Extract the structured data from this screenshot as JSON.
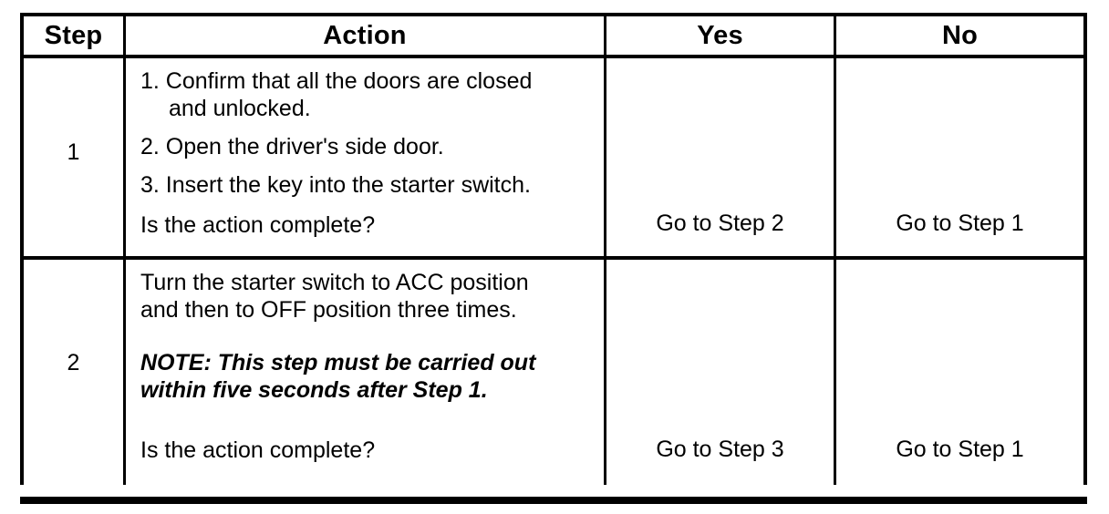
{
  "colors": {
    "border": "#000000",
    "background": "#ffffff",
    "text": "#000000"
  },
  "table": {
    "headers": [
      "Step",
      "Action",
      "Yes",
      "No"
    ],
    "rows": [
      {
        "step": "1",
        "action_items": [
          "1. Confirm that all the doors are closed and unlocked.",
          "2. Open the driver's side door.",
          "3. Insert the key into the starter switch."
        ],
        "question": "Is the action complete?",
        "yes": "Go to Step 2",
        "no": "Go to Step 1"
      },
      {
        "step": "2",
        "text": "Turn the starter switch to ACC position and then to OFF position three times.",
        "note": "NOTE: This step must be carried out within five seconds after Step 1.",
        "question": "Is the action complete?",
        "yes": "Go to Step 3",
        "no": "Go to Step 1"
      }
    ]
  }
}
